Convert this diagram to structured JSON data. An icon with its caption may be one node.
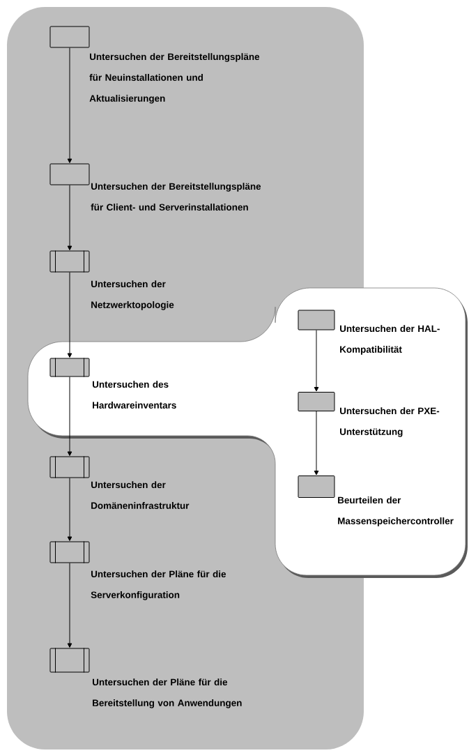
{
  "diagram": {
    "nodes": [
      {
        "text": [],
        "shape": "box",
        "beside": [
          "Untersuchen der Bereitstellungspläne für Neuinstallationen und Aktualisierungen"
        ]
      },
      {
        "text": [],
        "shape": "box",
        "beside": [
          "Untersuchen der Bereitstellungspläne für Client- und Serverinstallationen"
        ]
      },
      {
        "text": [],
        "shape": "subroutine",
        "beside": [
          "Untersuchen der Netzwerktopologie"
        ]
      },
      {
        "text": [],
        "shape": "subroutine",
        "beside": [
          "Untersuchen des Hardwareinventars"
        ]
      },
      {
        "text": [],
        "shape": "subroutine",
        "beside": [
          "Untersuchen der Domäneninfrastruktur"
        ]
      },
      {
        "text": [],
        "shape": "subroutine",
        "beside": [
          "Untersuchen der Pläne für die Serverkonfiguration"
        ]
      },
      {
        "text": [],
        "shape": "subroutine",
        "beside": [
          "Untersuchen der Pläne für die Bereitstellung von Anwendungen"
        ]
      },
      {
        "text": [],
        "shape": "box",
        "beside": [
          "Untersuchen der HAL-Kompatibilität"
        ]
      },
      {
        "text": [],
        "shape": "box",
        "beside": [
          "Untersuchen der PXE-Unterstützung"
        ]
      },
      {
        "text": [],
        "shape": "box",
        "beside": [
          "Beurteilen der Massenspeichercontroller"
        ]
      }
    ],
    "edges": [
      {
        "from": 0,
        "to": 1,
        "arrow": "to"
      },
      {
        "from": 1,
        "to": 2,
        "arrow": "to"
      },
      {
        "from": 2,
        "to": 3,
        "arrow": "to"
      },
      {
        "from": 3,
        "to": 4,
        "arrow": "to"
      },
      {
        "from": 4,
        "to": 5,
        "arrow": "to"
      },
      {
        "from": 5,
        "to": 6,
        "arrow": "to"
      },
      {
        "from": 7,
        "to": 8,
        "arrow": "to"
      },
      {
        "from": 8,
        "to": 9,
        "arrow": "to"
      }
    ]
  }
}
